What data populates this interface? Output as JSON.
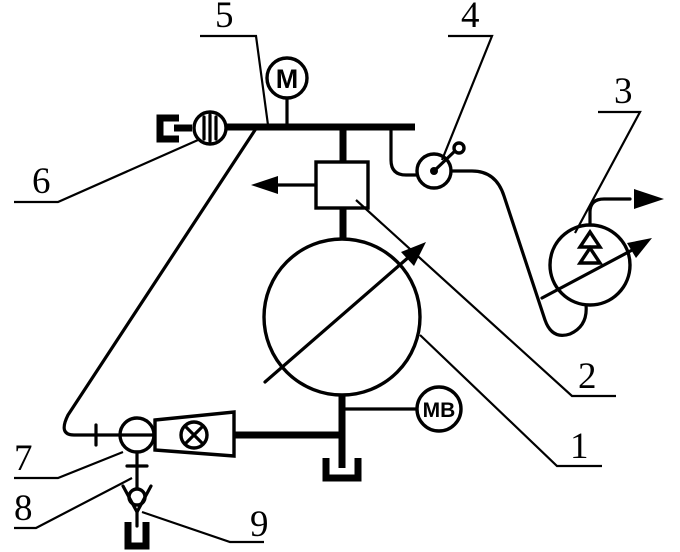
{
  "callouts": [
    {
      "id": "pump",
      "text": "1"
    },
    {
      "id": "valve",
      "text": "2"
    },
    {
      "id": "motor",
      "text": "3"
    },
    {
      "id": "control-valve",
      "text": "4"
    },
    {
      "id": "line",
      "text": "5"
    },
    {
      "id": "cap",
      "text": "6"
    },
    {
      "id": "distributor",
      "text": "7"
    },
    {
      "id": "tap",
      "text": "8"
    },
    {
      "id": "check-valve",
      "text": "9"
    }
  ],
  "gauges": {
    "pressure_label": "М",
    "vacuum_label": "МВ"
  }
}
